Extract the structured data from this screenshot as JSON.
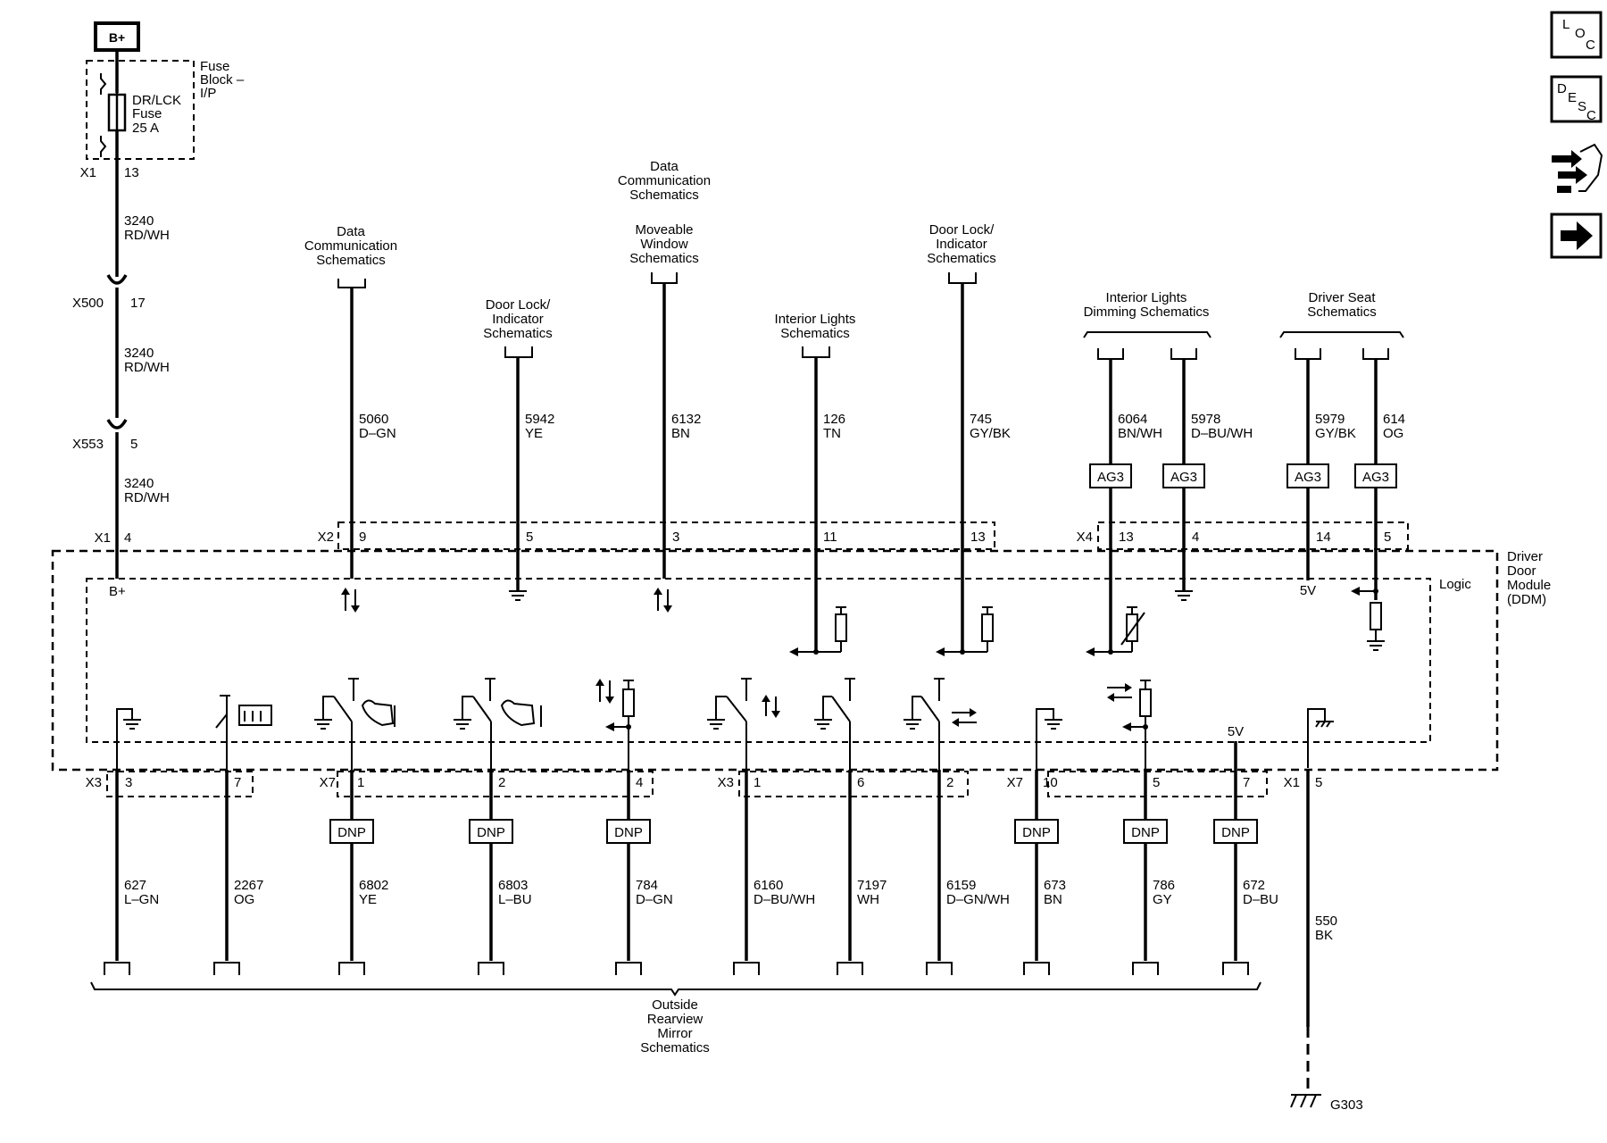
{
  "power": {
    "label": "B+"
  },
  "fuse_block": {
    "name": "Fuse Block – I/P",
    "fuse_name": "DR/LCK Fuse",
    "rating": "25 A",
    "connector": "X1",
    "pin": "13"
  },
  "feed_segments": [
    {
      "circuit": "3240",
      "color": "RD/WH"
    },
    {
      "circuit": "3240",
      "color": "RD/WH"
    },
    {
      "circuit": "3240",
      "color": "RD/WH"
    }
  ],
  "inline_connectors": [
    {
      "name": "X500",
      "pin": "17"
    },
    {
      "name": "X553",
      "pin": "5"
    }
  ],
  "module": {
    "name": "Driver Door Module (DDM)",
    "logic_label": "Logic",
    "b_plus_label": "B+",
    "vref_label": "5V"
  },
  "top_references": {
    "data_comm_1": "Data Communication Schematics",
    "door_lock_1": "Door Lock/ Indicator Schematics",
    "data_comm_2": "Data Communication Schematics",
    "window": "Moveable Window Schematics",
    "interior_lights": "Interior Lights Schematics",
    "door_lock_2": "Door Lock/ Indicator Schematics",
    "dimming": "Interior Lights Dimming Schematics",
    "driver_seat": "Driver Seat Schematics"
  },
  "top_circuits": [
    {
      "circuit": "5060",
      "color": "D–GN",
      "connector": "X2",
      "pin": "9"
    },
    {
      "circuit": "5942",
      "color": "YE",
      "connector": "",
      "pin": "5"
    },
    {
      "circuit": "6132",
      "color": "BN",
      "connector": "",
      "pin": "3"
    },
    {
      "circuit": "126",
      "color": "TN",
      "connector": "",
      "pin": "11"
    },
    {
      "circuit": "745",
      "color": "GY/BK",
      "connector": "",
      "pin": "13"
    },
    {
      "circuit": "6064",
      "color": "BN/WH",
      "connector": "X4",
      "pin": "13",
      "option": "AG3"
    },
    {
      "circuit": "5978",
      "color": "D–BU/WH",
      "connector": "",
      "pin": "4",
      "option": "AG3"
    },
    {
      "circuit": "5979",
      "color": "GY/BK",
      "connector": "",
      "pin": "14",
      "option": "AG3"
    },
    {
      "circuit": "614",
      "color": "OG",
      "connector": "",
      "pin": "5",
      "option": "AG3"
    }
  ],
  "bottom_circuits": [
    {
      "circuit": "627",
      "color": "L–GN",
      "connector": "X3",
      "pin": "3",
      "option": ""
    },
    {
      "circuit": "2267",
      "color": "OG",
      "connector": "",
      "pin": "7",
      "option": ""
    },
    {
      "circuit": "6802",
      "color": "YE",
      "connector": "X7",
      "pin": "1",
      "option": "DNP"
    },
    {
      "circuit": "6803",
      "color": "L–BU",
      "connector": "",
      "pin": "2",
      "option": "DNP"
    },
    {
      "circuit": "784",
      "color": "D–GN",
      "connector": "",
      "pin": "4",
      "option": "DNP"
    },
    {
      "circuit": "6160",
      "color": "D–BU/WH",
      "connector": "X3",
      "pin": "1",
      "option": ""
    },
    {
      "circuit": "7197",
      "color": "WH",
      "connector": "",
      "pin": "6",
      "option": ""
    },
    {
      "circuit": "6159",
      "color": "D–GN/WH",
      "connector": "",
      "pin": "2",
      "option": ""
    },
    {
      "circuit": "673",
      "color": "BN",
      "connector": "X7",
      "pin": "10",
      "option": "DNP"
    },
    {
      "circuit": "786",
      "color": "GY",
      "connector": "",
      "pin": "5",
      "option": "DNP"
    },
    {
      "circuit": "672",
      "color": "D–BU",
      "connector": "",
      "pin": "7",
      "option": "DNP"
    }
  ],
  "ground_circuit": {
    "circuit": "550",
    "color": "BK",
    "connector": "X1",
    "pin": "5",
    "ground": "G303"
  },
  "mirror_reference": "Outside Rearview Mirror Schematics",
  "nav_icons": {
    "loc": "L O C",
    "desc": "D E S C",
    "conn": "connector-icon",
    "next": "next-arrow-icon"
  }
}
